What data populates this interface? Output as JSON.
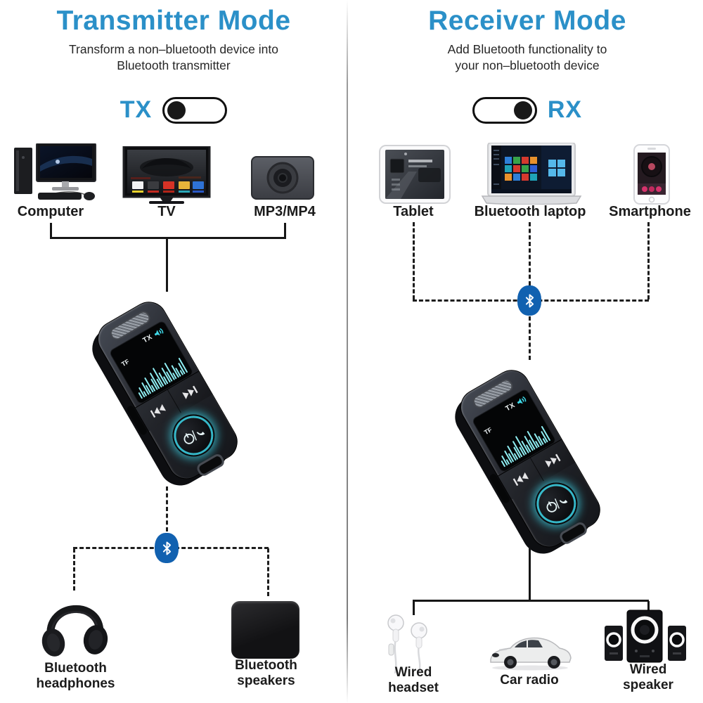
{
  "left": {
    "title": "Transmitter Mode",
    "subtitle_line1": "Transform a non–bluetooth device into",
    "subtitle_line2": "Bluetooth transmitter",
    "mode_label": "TX",
    "toggle_state": "knob-left",
    "sources": [
      {
        "label": "Computer"
      },
      {
        "label": "TV"
      },
      {
        "label": "MP3/MP4"
      }
    ],
    "outputs": [
      {
        "line1": "Bluetooth",
        "line2": "headphones"
      },
      {
        "line1": "Bluetooth",
        "line2": "speakers"
      }
    ]
  },
  "right": {
    "title": "Receiver Mode",
    "subtitle_line1": "Add Bluetooth functionality to",
    "subtitle_line2": "your non–bluetooth device",
    "mode_label": "RX",
    "toggle_state": "knob-right",
    "sources": [
      {
        "label": "Tablet"
      },
      {
        "label": "Bluetooth laptop"
      },
      {
        "label": "Smartphone"
      }
    ],
    "outputs": [
      {
        "line1": "Wired",
        "line2": "headset"
      },
      {
        "line1": "Car radio",
        "line2": ""
      },
      {
        "line1": "Wired",
        "line2": "speaker"
      }
    ]
  },
  "device_screen": {
    "mode_label": "TX",
    "tf_label": "TF"
  },
  "colors": {
    "accent_blue": "#2b90c8",
    "bluetooth_blue": "#1161b0",
    "glow_cyan": "#3fd9e8",
    "line_dark": "#161616"
  }
}
